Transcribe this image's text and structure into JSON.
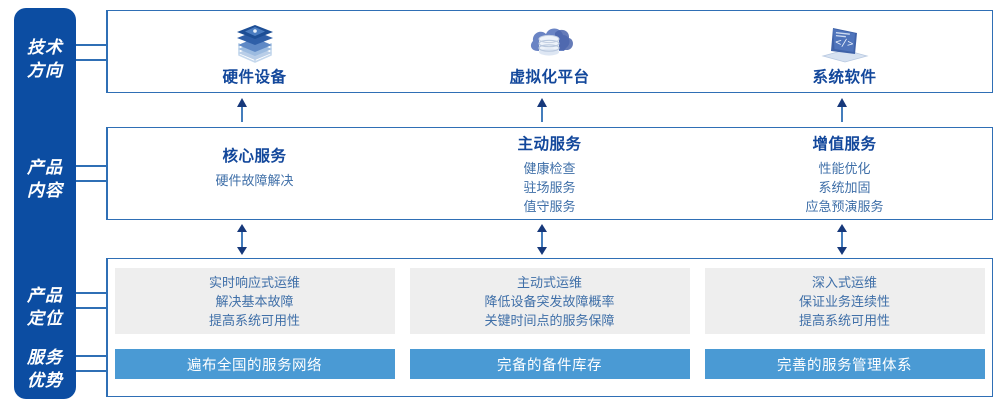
{
  "rail": {
    "labels": [
      {
        "line1": "技术",
        "line2": "方向"
      },
      {
        "line1": "产品",
        "line2": "内容"
      },
      {
        "line1": "产品",
        "line2": "定位"
      },
      {
        "line1": "服务",
        "line2": "优势"
      }
    ]
  },
  "tech": {
    "items": [
      {
        "icon": "server-stack-icon",
        "name": "硬件设备"
      },
      {
        "icon": "cloud-database-icon",
        "name": "虚拟化平台"
      },
      {
        "icon": "laptop-code-icon",
        "name": "系统软件"
      }
    ]
  },
  "content": {
    "columns": [
      {
        "title": "核心服务",
        "items": [
          "硬件故障解决"
        ]
      },
      {
        "title": "主动服务",
        "items": [
          "健康检查",
          "驻场服务",
          "值守服务"
        ]
      },
      {
        "title": "增值服务",
        "items": [
          "性能优化",
          "系统加固",
          "应急预演服务"
        ]
      }
    ]
  },
  "positioning": {
    "columns": [
      {
        "lines": [
          "实时响应式运维",
          "解决基本故障",
          "提高系统可用性"
        ]
      },
      {
        "lines": [
          "主动式运维",
          "降低设备突发故障概率",
          "关键时间点的服务保障"
        ]
      },
      {
        "lines": [
          "深入式运维",
          "保证业务连续性",
          "提高系统可用性"
        ]
      }
    ]
  },
  "advantages": {
    "bars": [
      "遍布全国的服务网络",
      "完备的备件库存",
      "完善的服务管理体系"
    ]
  },
  "colors": {
    "rail_blue": "#0c4da2",
    "border_blue": "#2f6fb5",
    "title_blue": "#12479b",
    "body_blue": "#3f6fa8",
    "bar_blue": "#4a9ad4",
    "gray_box": "#eeeeee"
  }
}
